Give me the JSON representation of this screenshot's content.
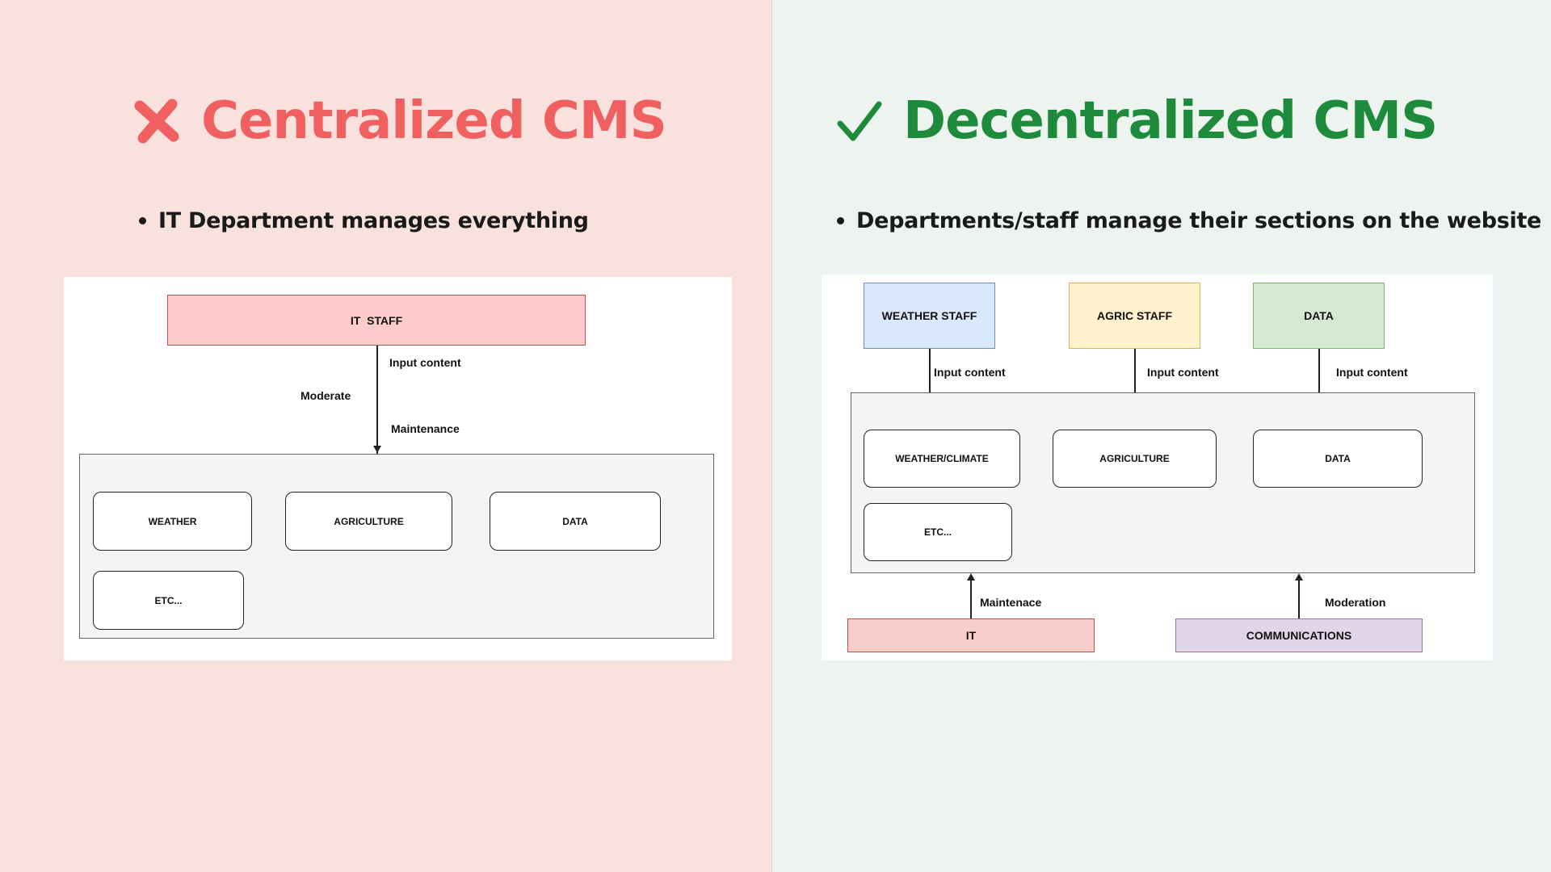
{
  "left": {
    "title": "Centralized CMS",
    "title_icon": "cross-icon",
    "title_color": "#f06060",
    "bullet": "IT Department manages everything",
    "diagram": {
      "top_box": "IT  STAFF",
      "labels": {
        "input_content": "Input content",
        "moderate": "Moderate",
        "maintenance": "Maintenance"
      },
      "sections": [
        "WEATHER",
        "AGRICULTURE",
        "DATA",
        "ETC..."
      ]
    }
  },
  "right": {
    "title": "Decentralized CMS",
    "title_icon": "checkmark-icon",
    "title_color": "#1e8a3c",
    "bullet": "Departments/staff manage their sections on the website",
    "diagram": {
      "staff_boxes": [
        {
          "label": "WEATHER STAFF",
          "color": "#dae8fc"
        },
        {
          "label": "AGRIC STAFF",
          "color": "#fff2cc"
        },
        {
          "label": "DATA",
          "color": "#d5e8d4"
        }
      ],
      "input_labels": [
        "Input content",
        "Input content",
        "Input content"
      ],
      "sections": [
        "WEATHER/CLIMATE",
        "AGRICULTURE",
        "DATA",
        "ETC..."
      ],
      "bottom_boxes": [
        {
          "label": "IT",
          "color": "#f8cecc"
        },
        {
          "label": "COMMUNICATIONS",
          "color": "#e1d5e7"
        }
      ],
      "bottom_labels": [
        "Maintenace",
        "Moderation"
      ]
    }
  }
}
